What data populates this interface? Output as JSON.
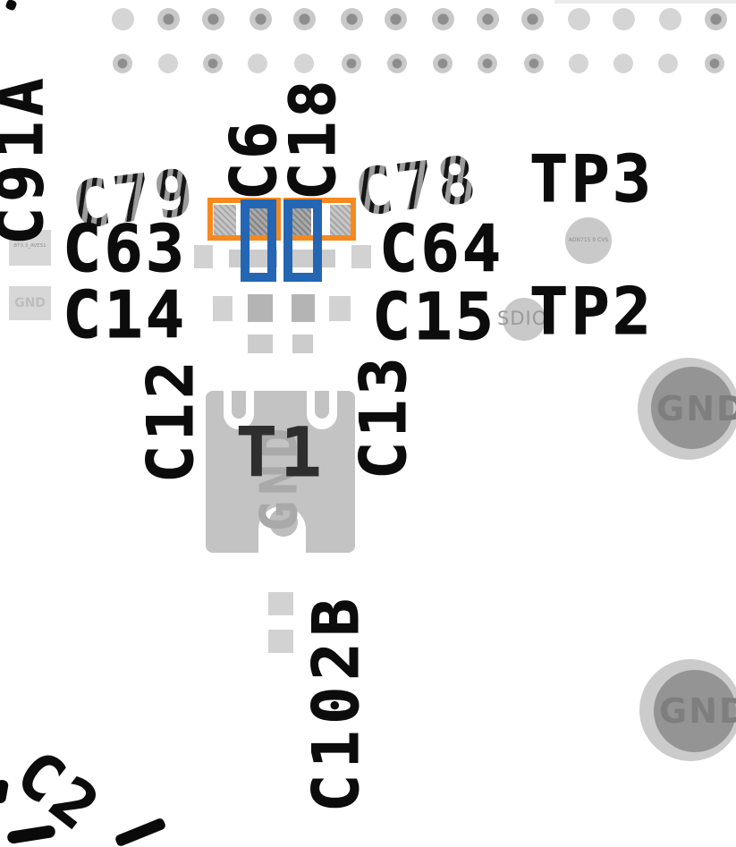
{
  "labels": {
    "c91a": "C91A",
    "c79": "C79",
    "c6": "C6",
    "c18": "C18",
    "c78": "C78",
    "tp3": "TP3",
    "c63": "C63",
    "c64": "C64",
    "c14": "C14",
    "c15": "C15",
    "sdio": "SDIO",
    "tp2": "TP2",
    "c12": "C12",
    "c13": "C13",
    "t1": "T1",
    "t1_net": "GND",
    "c102b": "C102B",
    "c2": "C2",
    "left_pad_small": "BT3.3_AVES1",
    "left_pad_gnd": "GND",
    "tp3_small": "AON715 0 CVS",
    "via_gnd_top": "GND",
    "via_gnd_bottom": "GND"
  },
  "colors": {
    "highlight_orange": "#f6891e",
    "highlight_blue": "#2466b4"
  },
  "dots": {
    "rows": [
      {
        "y": 21,
        "size": 25,
        "xs": [
          137,
          188,
          238,
          291,
          340,
          393,
          442,
          495,
          545,
          595,
          647,
          697,
          749,
          800
        ],
        "dark": [
          0,
          1,
          1,
          1,
          1,
          1,
          1,
          1,
          1,
          1,
          0,
          0,
          0,
          1
        ]
      },
      {
        "y": 71,
        "size": 22,
        "xs": [
          137,
          188,
          238,
          288,
          340,
          393,
          444,
          495,
          545,
          597,
          647,
          697,
          747,
          799
        ],
        "dark": [
          1,
          0,
          1,
          0,
          0,
          1,
          1,
          1,
          1,
          1,
          0,
          0,
          0,
          1
        ]
      }
    ]
  }
}
